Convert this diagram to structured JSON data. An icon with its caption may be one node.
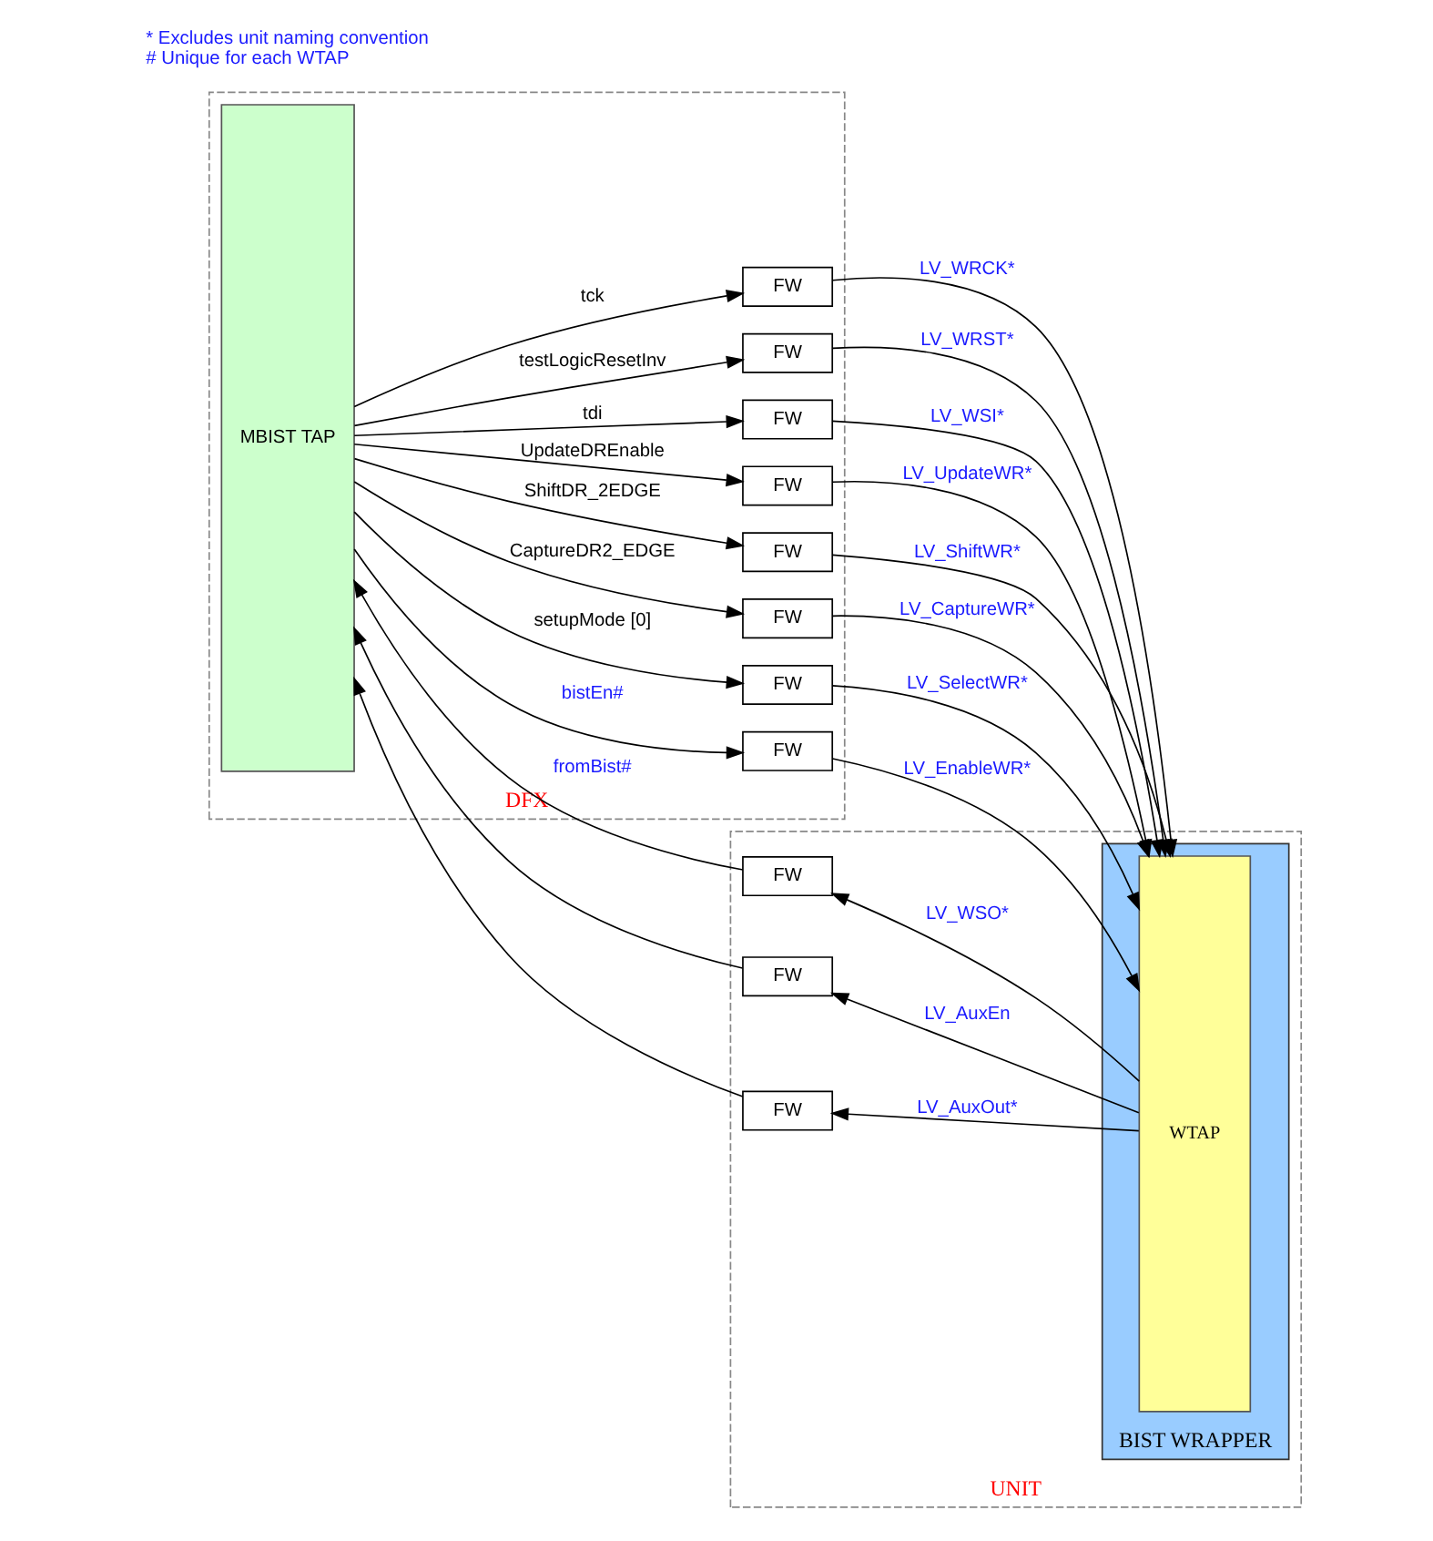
{
  "diagram": {
    "nodes": [
      {
        "text": [
          "DFX"
        ]
      },
      {
        "text": [
          "MBIST TAP"
        ],
        "in": 0
      },
      {
        "text": [
          "FW"
        ],
        "in": 0
      },
      {
        "text": [
          "FW"
        ],
        "in": 0
      },
      {
        "text": [
          "FW"
        ],
        "in": 0
      },
      {
        "text": [
          "FW"
        ],
        "in": 0
      },
      {
        "text": [
          "FW"
        ],
        "in": 0
      },
      {
        "text": [
          "FW"
        ],
        "in": 0
      },
      {
        "text": [
          "FW"
        ],
        "in": 0
      },
      {
        "text": [
          "FW"
        ],
        "in": 0
      },
      {
        "text": [
          "UNIT"
        ]
      },
      {
        "text": [
          "BIST WRAPPER"
        ],
        "in": 10
      },
      {
        "text": [
          "WTAP"
        ],
        "in": 11
      },
      {
        "text": [
          "FW"
        ],
        "in": 10
      },
      {
        "text": [
          "FW"
        ],
        "in": 10
      },
      {
        "text": [
          "FW"
        ],
        "in": 10
      }
    ],
    "edges": [
      {
        "from": 1,
        "to": 2,
        "arrow": "to",
        "label": "tck"
      },
      {
        "from": 2,
        "to": 12,
        "arrow": "to",
        "label": "LV_WRCK*"
      },
      {
        "from": 1,
        "to": 3,
        "arrow": "to",
        "label": "testLogicResetInv"
      },
      {
        "from": 3,
        "to": 12,
        "arrow": "to",
        "label": "LV_WRST*"
      },
      {
        "from": 1,
        "to": 4,
        "arrow": "to",
        "label": "tdi"
      },
      {
        "from": 4,
        "to": 12,
        "arrow": "to",
        "label": "LV_WSI*"
      },
      {
        "from": 1,
        "to": 5,
        "arrow": "to",
        "label": "UpdateDREnable"
      },
      {
        "from": 5,
        "to": 12,
        "arrow": "to",
        "label": "LV_UpdateWR*"
      },
      {
        "from": 1,
        "to": 6,
        "arrow": "to",
        "label": "ShiftDR_2EDGE"
      },
      {
        "from": 6,
        "to": 12,
        "arrow": "to",
        "label": "LV_ShiftWR*"
      },
      {
        "from": 1,
        "to": 7,
        "arrow": "to",
        "label": "CaptureDR2_EDGE"
      },
      {
        "from": 7,
        "to": 12,
        "arrow": "to",
        "label": "LV_CaptureWR*"
      },
      {
        "from": 1,
        "to": 8,
        "arrow": "to",
        "label": "setupMode [0]"
      },
      {
        "from": 8,
        "to": 12,
        "arrow": "to",
        "label": "LV_SelectWR*"
      },
      {
        "from": 1,
        "to": 9,
        "arrow": "to",
        "label": "bistEn#"
      },
      {
        "from": 9,
        "to": 12,
        "arrow": "to",
        "label": "LV_EnableWR*"
      },
      {
        "from": 12,
        "to": 13,
        "arrow": "to",
        "label": "LV_WSO*"
      },
      {
        "from": 13,
        "to": 1,
        "arrow": "to",
        "label": "fromBist#"
      },
      {
        "from": 12,
        "to": 14,
        "arrow": "to",
        "label": "LV_AuxEn"
      },
      {
        "from": 14,
        "to": 1,
        "arrow": "to"
      },
      {
        "from": 12,
        "to": 15,
        "arrow": "to",
        "label": "LV_AuxOut*"
      },
      {
        "from": 15,
        "to": 1,
        "arrow": "to"
      }
    ],
    "labels": [
      "* Excludes unit naming convention",
      "# Unique for each WTAP"
    ]
  }
}
